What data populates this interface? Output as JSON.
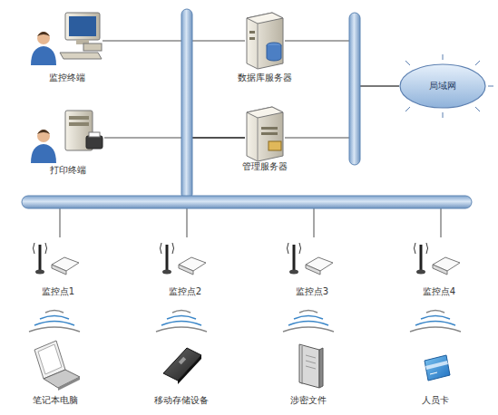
{
  "diagram": {
    "nodes": [
      {
        "text": [
          "监控终端"
        ]
      },
      {
        "text": [
          "数据库服务器"
        ]
      },
      {
        "text": [
          "局域网"
        ]
      },
      {
        "text": [
          "打印终端"
        ]
      },
      {
        "text": [
          "管理服务器"
        ]
      },
      {
        "text": [
          "监控点1"
        ]
      },
      {
        "text": [
          "监控点2"
        ]
      },
      {
        "text": [
          "监控点3"
        ]
      },
      {
        "text": [
          "监控点4"
        ]
      },
      {
        "text": [
          "笔记本电脑"
        ]
      },
      {
        "text": [
          "移动存储设备"
        ]
      },
      {
        "text": [
          "涉密文件"
        ]
      },
      {
        "text": [
          "人员卡"
        ]
      }
    ],
    "edges": [
      {
        "from": 0,
        "to": 1,
        "arrow": "none"
      },
      {
        "from": 1,
        "to": 2,
        "arrow": "none"
      },
      {
        "from": 3,
        "to": 4,
        "arrow": "none"
      },
      {
        "from": 4,
        "to": 2,
        "arrow": "none"
      },
      {
        "from": 5,
        "to": 4,
        "arrow": "none"
      },
      {
        "from": 6,
        "to": 4,
        "arrow": "none"
      },
      {
        "from": 7,
        "to": 4,
        "arrow": "none"
      },
      {
        "from": 8,
        "to": 4,
        "arrow": "none"
      }
    ]
  }
}
